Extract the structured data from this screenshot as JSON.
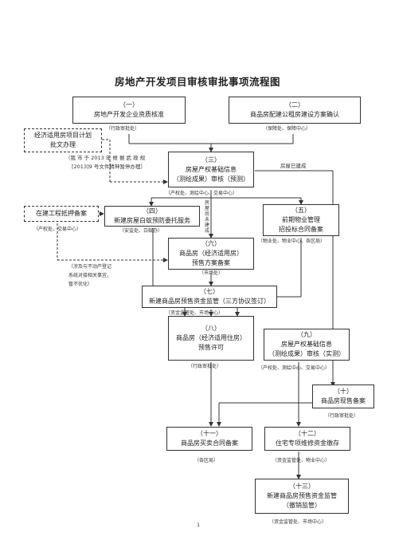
{
  "title": "房地产开发项目审核审批事项流程图",
  "nodes": {
    "n1": {
      "num": "（一）",
      "text": "房地产开发企业资质核准",
      "note": "（行政审批处）"
    },
    "n2": {
      "num": "（二）",
      "text": "商品房配建公租房建设方案确认",
      "note": "（保障处、保障中心）"
    },
    "n3": {
      "num": "（三）",
      "text1": "房屋产权基础信息",
      "text2": "（测绘成果）审核（预测）",
      "note": "（产权处、测绘中心、交易中心）"
    },
    "n4": {
      "num": "（四）",
      "text": "新建房屋白蚁预防委托服务",
      "note": "（安监处、白蚁办）"
    },
    "n5": {
      "num": "（五）",
      "text1": "前期物业管理",
      "text2": "招投标合同备案",
      "note": "（物业处、物业中心、各区局）"
    },
    "n6": {
      "num": "（六）",
      "text1": "商品房（经济适用房）",
      "text2": "预售方案备案",
      "note": "（市场处）"
    },
    "n7": {
      "num": "（七）",
      "text": "新建商品房预售资金监管（三方协议签订）",
      "note": "（资金监管处、市场中心）"
    },
    "n8": {
      "num": "（八）",
      "text1": "商品房（经济适用住房）",
      "text2": "预售许可",
      "note": "（行政审批处）"
    },
    "n9": {
      "num": "（九）",
      "text1": "房屋产权基础信息",
      "text2": "（测绘成果）审核（实测）",
      "note": "（产权处、测绘中心、交易中心）"
    },
    "n10": {
      "num": "（十）",
      "text": "商品房现售备案",
      "note": "（行政审批处）"
    },
    "n11": {
      "num": "（十一）",
      "text": "商品房买卖合同备案",
      "note": "（各区局）"
    },
    "n12": {
      "num": "（十二）",
      "text": "住宅专项维修资金缴存",
      "note": "（资金监管处、物业中心）"
    },
    "n13": {
      "num": "（十三）",
      "text1": "新建商品房预售资金监管",
      "text2": "（撤销监管）",
      "note": "（资金监管处、市场中心）"
    },
    "side_econ": {
      "text1": "经济适用房项目计划",
      "text2": "批文办理"
    },
    "side_econ_note": {
      "line1": "（我 市 于  2013  年 根 据 武 政 规",
      "line2": "[2013]9 号文件精神暂停办理）"
    },
    "side_mortgage": {
      "text": "在建工程抵押备案",
      "note": "（产权处、交易中心）"
    },
    "side_mortgage_note": {
      "line1": "（涉及与不动产登记",
      "line2": "系统对接相关事宜，",
      "line3": "暂不优化）"
    },
    "label_built": "房屋已建成",
    "label_unfinished": [
      "房",
      "屋",
      "尚",
      "未",
      "建",
      "成"
    ]
  },
  "page_number": "1"
}
